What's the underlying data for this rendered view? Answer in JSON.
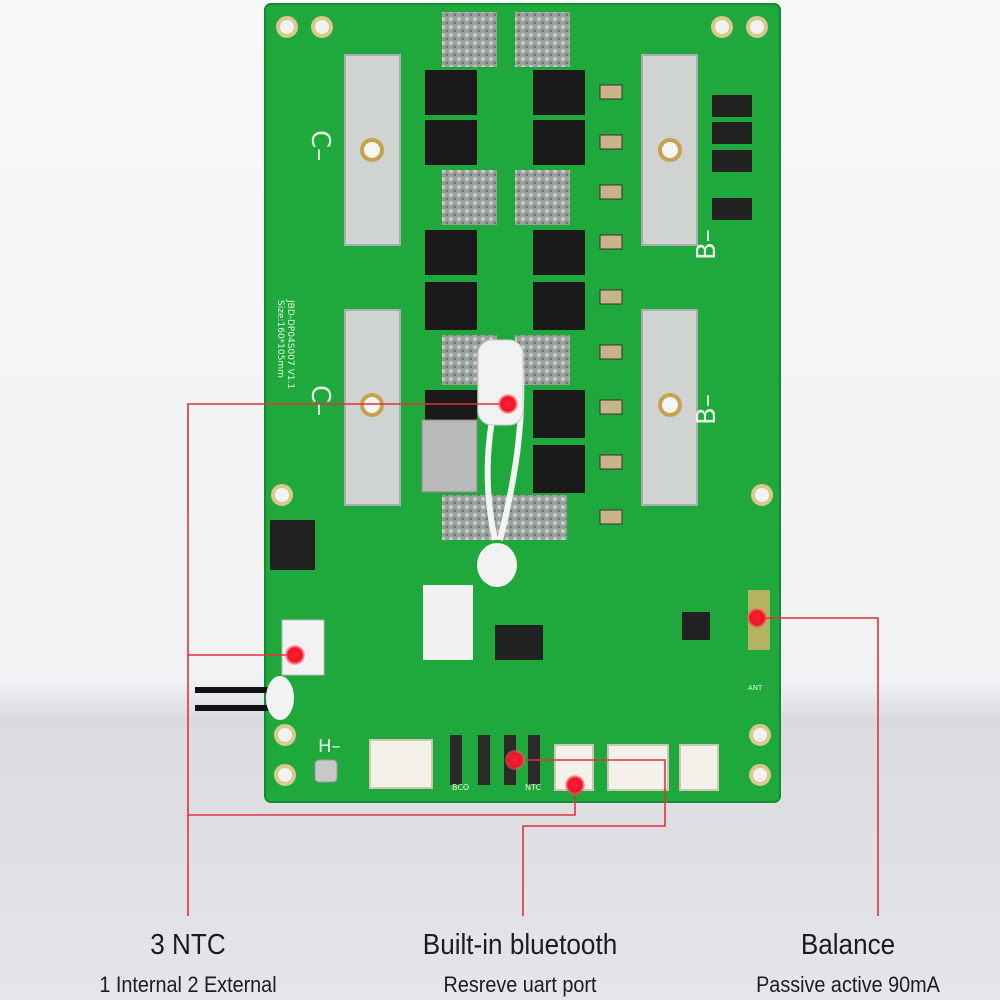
{
  "board": {
    "labels": {
      "c_minus_1": "C–",
      "c_minus_2": "C–",
      "b_minus_1": "B–",
      "b_minus_2": "B–",
      "h_minus": "H–",
      "model": "JBD-DP04S007 V1.1",
      "size": "Size:160*105mm",
      "ntc": "NTC",
      "bco": "BCO",
      "ant": "ANT"
    }
  },
  "callouts": [
    {
      "title": "3 NTC",
      "subtitle": "1 Internal 2 External"
    },
    {
      "title": "Built-in bluetooth",
      "subtitle": "Resreve uart port"
    },
    {
      "title": "Balance",
      "subtitle": "Passive active 90mA"
    }
  ],
  "colors": {
    "board": "#1fa83b",
    "line": "#e2323c",
    "dot": "#f0162a"
  }
}
